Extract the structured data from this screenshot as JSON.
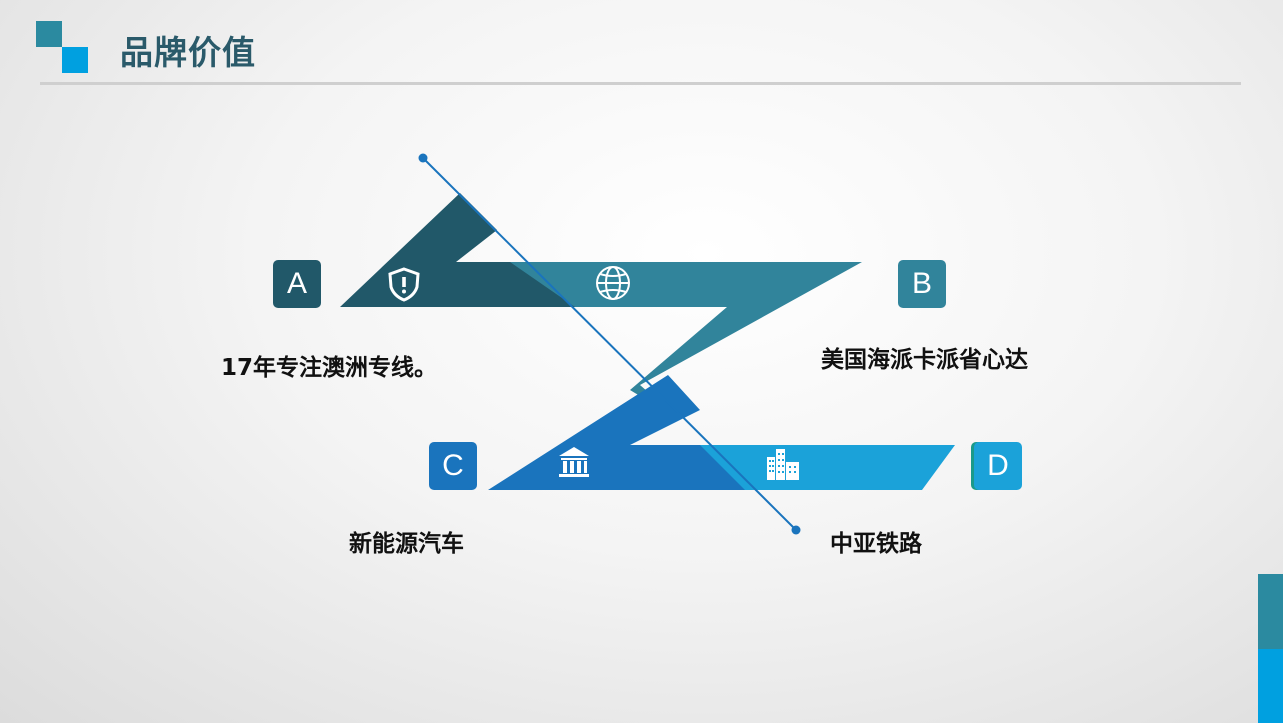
{
  "header": {
    "title": "品牌价值"
  },
  "items": [
    {
      "letter": "A",
      "text": "17年专注澳洲专线。",
      "icon": "shield-alert-icon",
      "color": "#215869"
    },
    {
      "letter": "B",
      "text": "美国海派卡派省心达",
      "icon": "globe-icon",
      "color": "#31849b"
    },
    {
      "letter": "C",
      "text": "新能源汽车",
      "icon": "bank-building-icon",
      "color": "#1a74bd"
    },
    {
      "letter": "D",
      "text": "中亚铁路",
      "icon": "city-buildings-icon",
      "color": "#1ba2d9"
    }
  ],
  "colors": {
    "accent_dark": "#2b8aa0",
    "accent_light": "#00a0e0",
    "title": "#2a5a6a"
  }
}
